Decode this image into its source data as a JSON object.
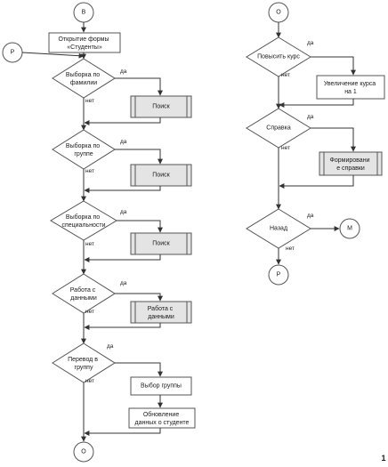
{
  "diagram": {
    "connectors": {
      "start_b": "В",
      "entry_r_left": "Р",
      "end_o_left": "О",
      "start_o_right": "О",
      "exit_m": "М",
      "exit_r_right": "Р"
    },
    "nodes": {
      "open_form": "Открытие формы «Студенты»",
      "dec_surname": "Выборка по фамилии",
      "proc_search1": "Поиск",
      "dec_group": "Выборка по группе",
      "proc_search2": "Поиск",
      "dec_specialty": "Выборка по специальности",
      "proc_search3": "Поиск",
      "dec_work_data": "Работа с данными",
      "proc_work_data": "Работа с данными",
      "dec_transfer": "Перевод в группу",
      "proc_select_group": "Выбор группы",
      "proc_update_data": "Обновление данных о студенте",
      "dec_raise_course": "Повысить курс",
      "proc_increase_course": "Увеличение курса на 1",
      "dec_reference": "Справка",
      "proc_make_reference": "Формирование справки",
      "dec_back": "Назад"
    },
    "branch_labels": {
      "yes": "да",
      "no": "нет"
    },
    "page_marker": "1"
  }
}
